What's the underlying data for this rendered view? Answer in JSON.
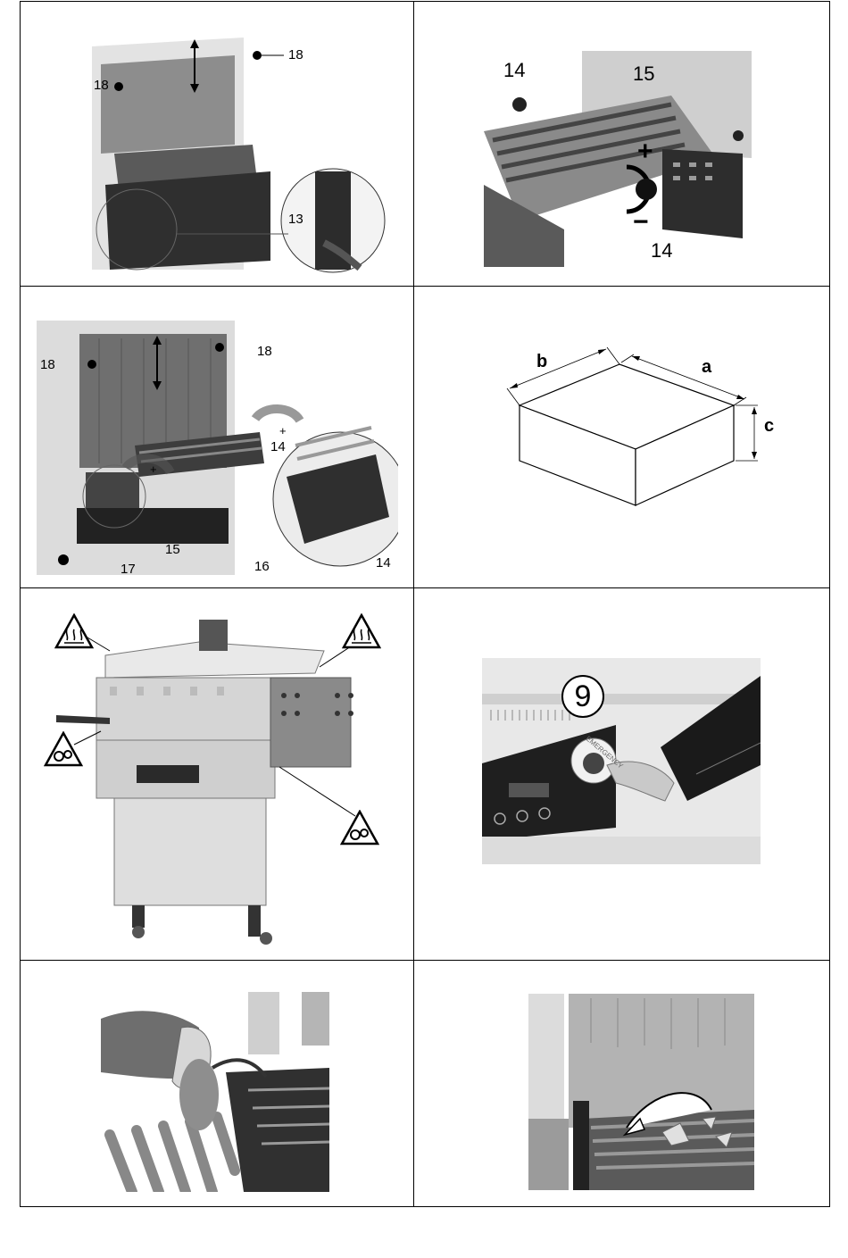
{
  "panels": {
    "p1": {
      "labels": {
        "a": "18",
        "b": "18",
        "c": "13"
      }
    },
    "p2": {
      "labels": {
        "a": "14",
        "b": "15",
        "c": "14",
        "plus": "+",
        "minus": "−"
      }
    },
    "p3": {
      "labels": {
        "a": "18",
        "b": "18",
        "c": "14",
        "d": "15",
        "e": "17",
        "f": "16",
        "g": "14",
        "plus1": "+",
        "plus2": "+"
      }
    },
    "p4": {
      "labels": {
        "a": "a",
        "b": "b",
        "c": "c"
      }
    },
    "p6": {
      "labels": {
        "button": "9"
      },
      "panel_text": "EMERGENCY"
    }
  },
  "icons": {
    "hot_surface": "hot-surface-warning-icon",
    "moving_parts": "moving-parts-warning-icon"
  },
  "colors": {
    "line": "#000000",
    "photo_light": "#d9d9d9",
    "photo_mid": "#9a9a9a",
    "photo_dark": "#3a3a3a"
  }
}
